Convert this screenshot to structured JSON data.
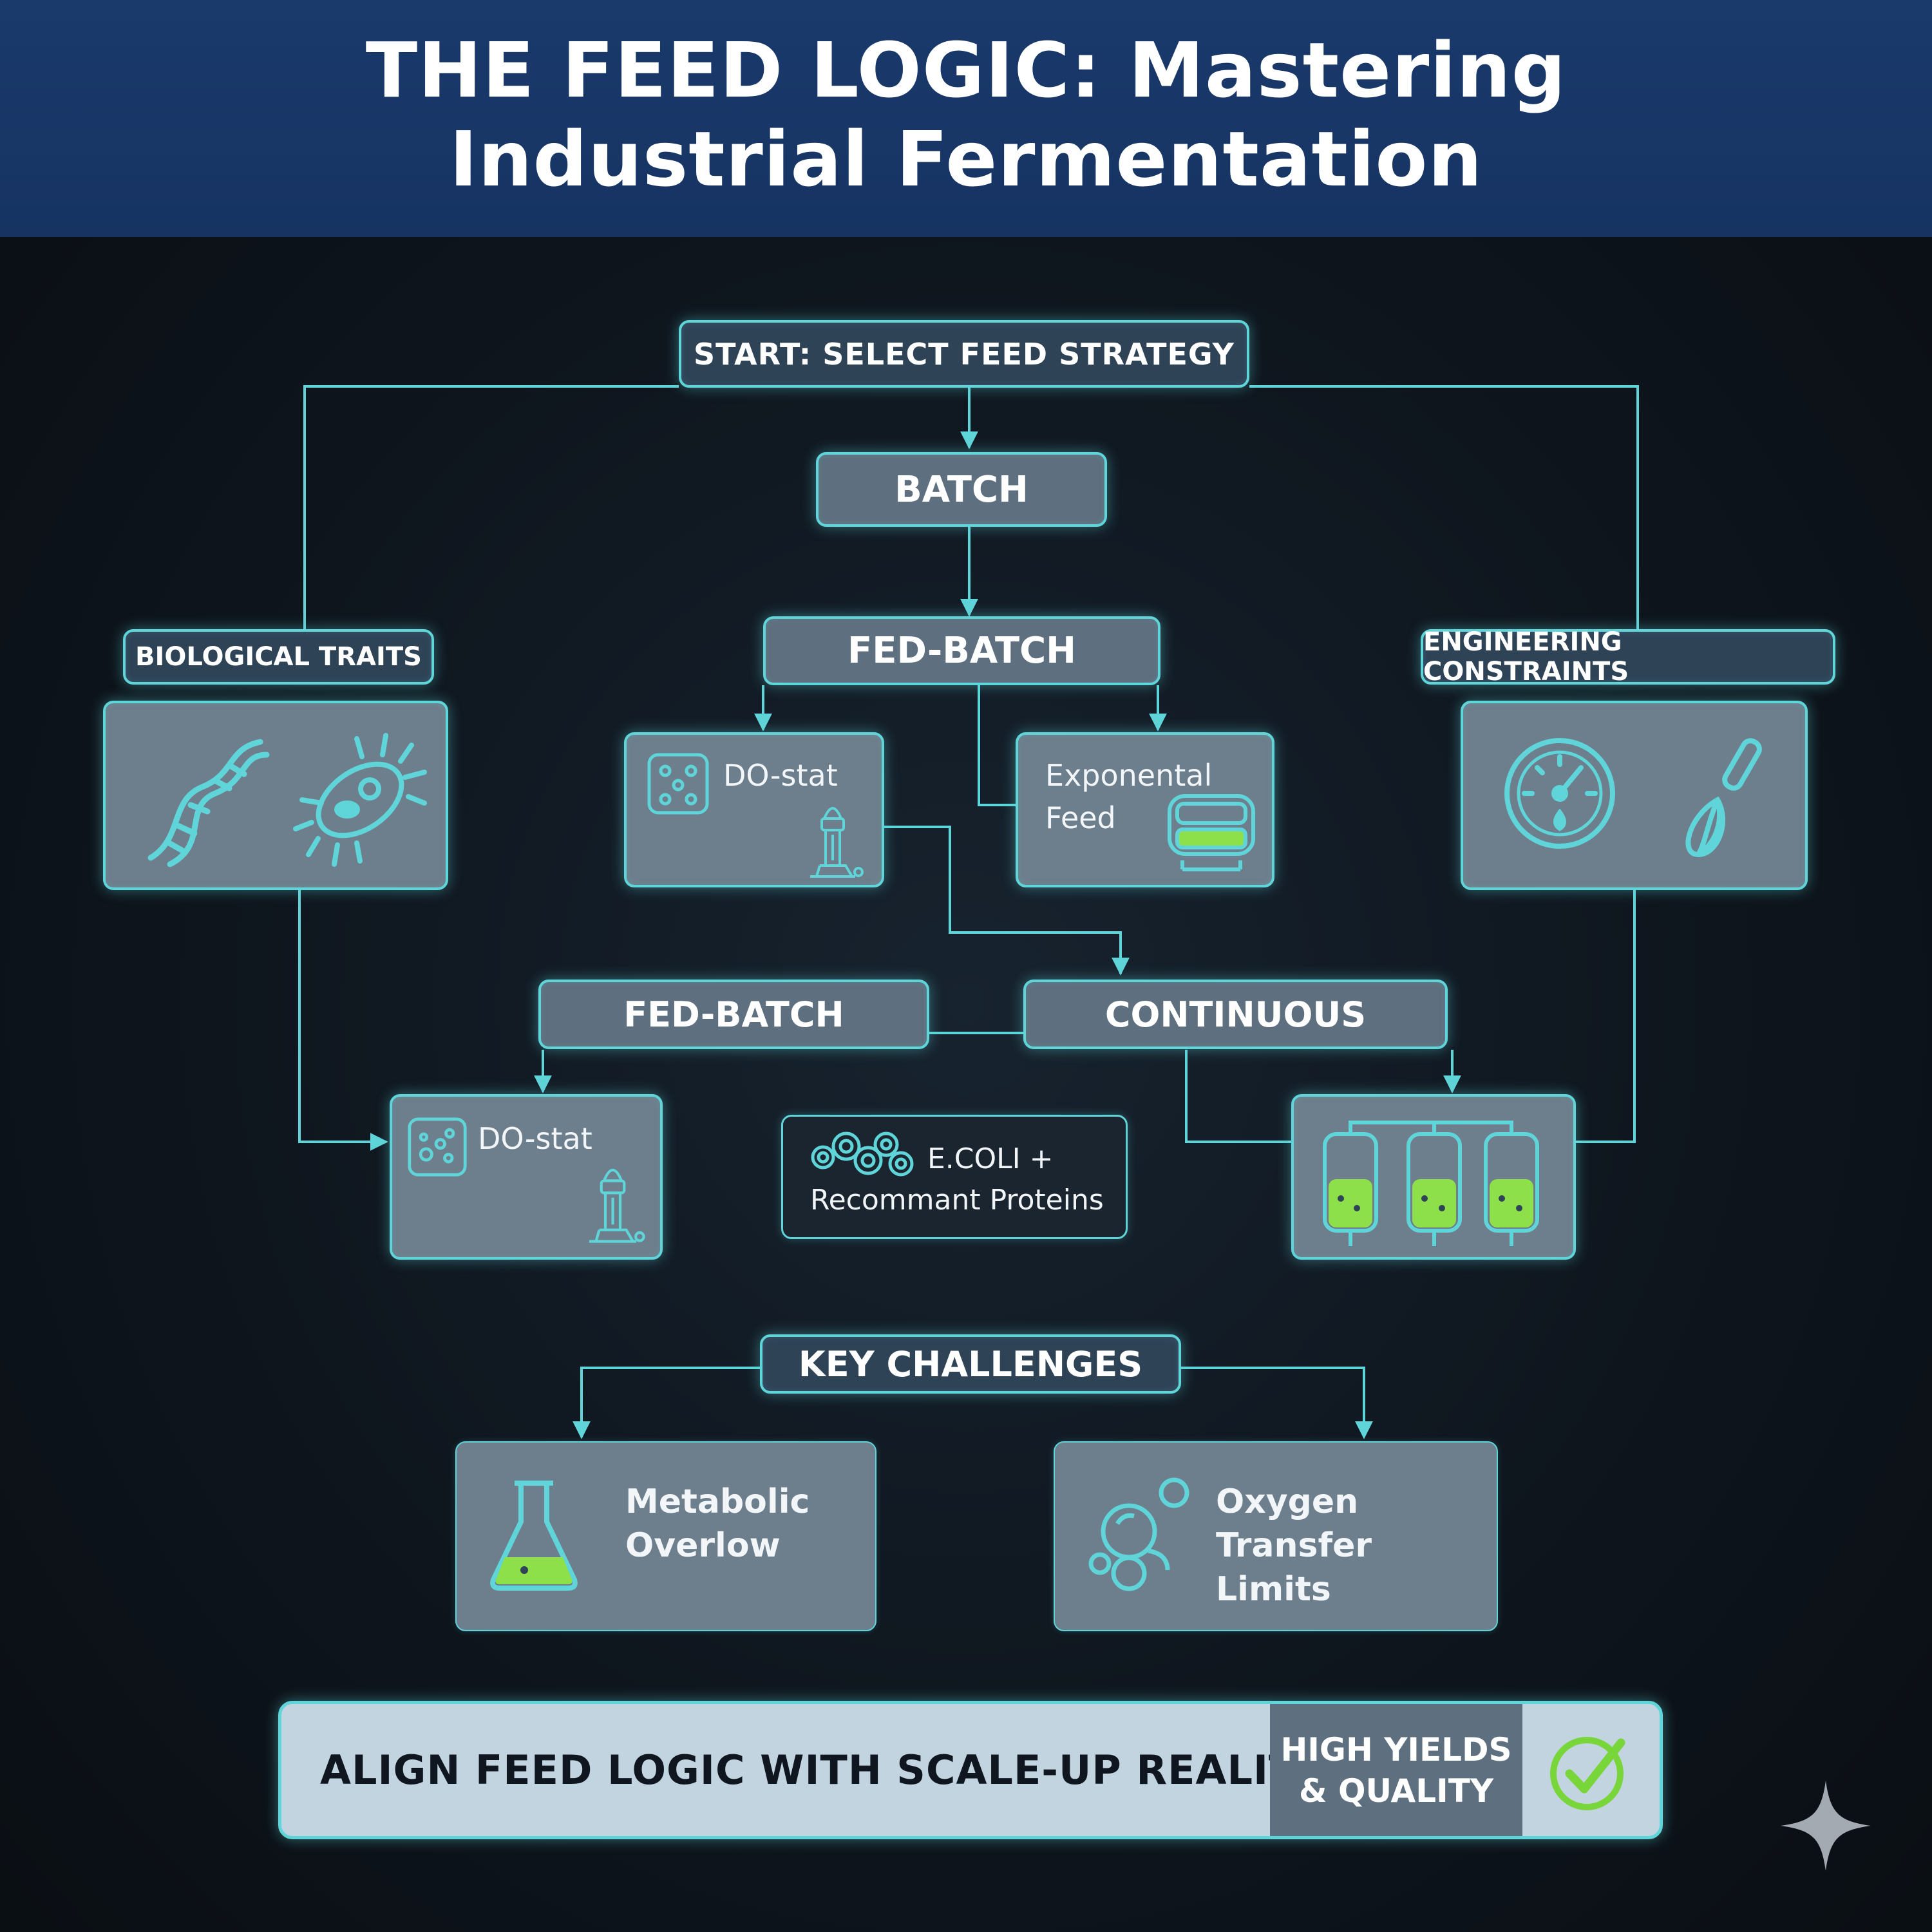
{
  "header": {
    "title_line1": "THE FEED LOGIC: Mastering",
    "title_line2": "Industrial Fermentation"
  },
  "flow": {
    "start": "START: SELECT FEED STRATEGY",
    "batch": "BATCH",
    "fed_batch_top": "FED-BATCH",
    "do_stat_top": "DO-stat",
    "exp_feed_line1": "Exponental",
    "exp_feed_line2": "Feed",
    "fed_batch_mid": "FED-BATCH",
    "continuous": "CONTINUOUS",
    "do_stat_bottom": "DO-stat",
    "ecoli_line1": "E.COLI +",
    "ecoli_line2": "Recommant Proteins",
    "bio_traits": "BIOLOGICAL TRAITS",
    "eng_constraints": "ENGINEERING CONSTRAINTS"
  },
  "challenges": {
    "title": "KEY CHALLENGES",
    "metabolic_line1": "Metabolic",
    "metabolic_line2": "Overlow",
    "oxygen_line1": "Oxygen Transfer",
    "oxygen_line2": "Limits"
  },
  "banner": {
    "main": "ALIGN FEED LOGIC WITH SCALE-UP REALITY",
    "result_line1": "HIGH YIELDS",
    "result_line2": "& QUALITY"
  },
  "icons": {
    "bio": [
      "dna-icon",
      "bacterium-icon"
    ],
    "eng": [
      "gauge-icon",
      "whisk-icon"
    ],
    "do_stat": [
      "dice-icon",
      "probe-icon"
    ],
    "exp_feed": [
      "pump-icon"
    ],
    "continuous": [
      "bioreactor-icon",
      "bioreactor-icon",
      "bioreactor-icon"
    ],
    "ecoli": [
      "bacteria-cluster-icon"
    ],
    "metabolic": [
      "flask-icon"
    ],
    "oxygen": [
      "bubbles-icon"
    ],
    "banner": [
      "checkmark-icon"
    ],
    "corner": [
      "sparkle-icon"
    ]
  },
  "colors": {
    "accent": "#5fd4d9",
    "header": "#1a3a6c",
    "liquid": "#8ee04a",
    "check": "#79d63a"
  }
}
